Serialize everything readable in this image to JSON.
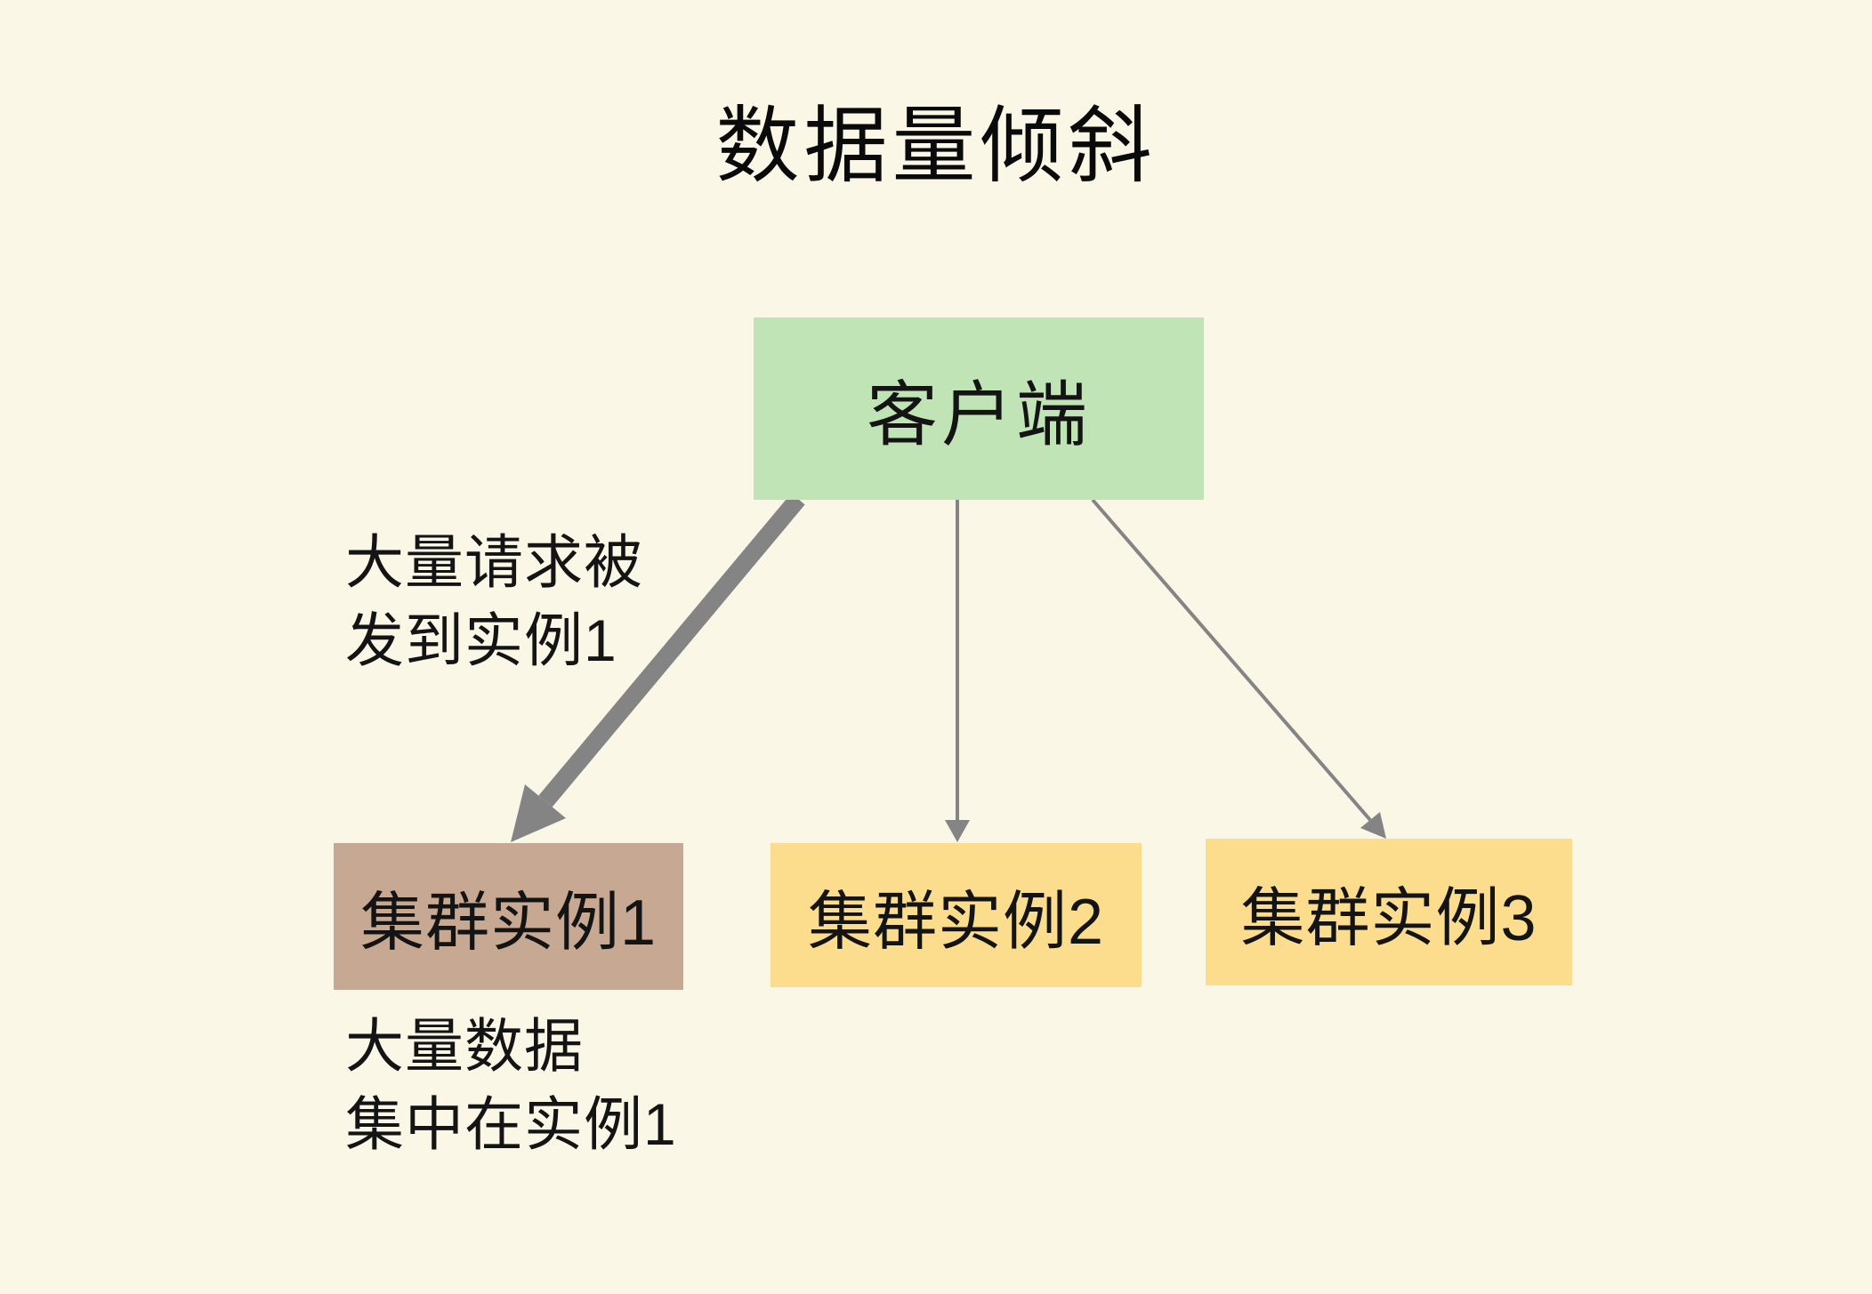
{
  "title": "数据量倾斜",
  "colors": {
    "background": "#faf7e7",
    "client_box": "#c1e4b6",
    "instance1_box": "#c7a892",
    "instance2_box": "#fbdd8d",
    "instance3_box": "#fbdd8d",
    "arrow": "#848484",
    "text": "#141414",
    "title_text": "#0a0a0a"
  },
  "nodes": {
    "client": {
      "label": "客户端"
    },
    "instance1": {
      "label": "集群实例1"
    },
    "instance2": {
      "label": "集群实例2"
    },
    "instance3": {
      "label": "集群实例3"
    }
  },
  "annotations": {
    "requests": {
      "line1": "大量请求被",
      "line2": "发到实例1"
    },
    "data_skew": {
      "line1": "大量数据",
      "line2": "集中在实例1"
    }
  },
  "arrows": [
    {
      "from": "客户端",
      "to": "集群实例1",
      "emphasis": "thick"
    },
    {
      "from": "客户端",
      "to": "集群实例2",
      "emphasis": "thin"
    },
    {
      "from": "客户端",
      "to": "集群实例3",
      "emphasis": "thin"
    }
  ]
}
